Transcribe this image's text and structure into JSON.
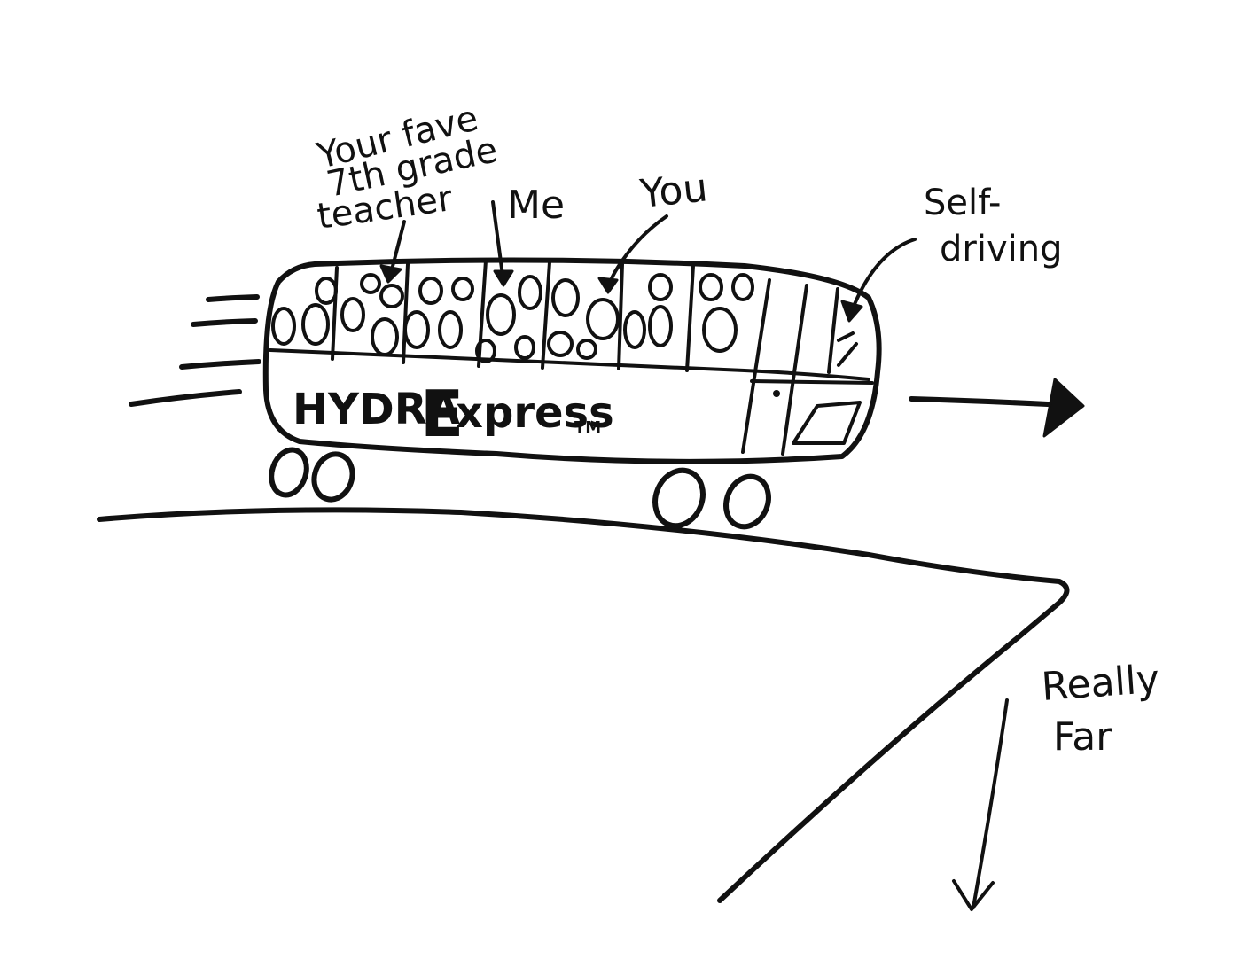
{
  "labels": {
    "teacher_line1": "Your fave",
    "teacher_line2": "7th grade",
    "teacher_line3": "teacher",
    "me": "Me",
    "you": "You",
    "self_driving_line1": "Self-",
    "self_driving_line2": "driving",
    "really_far_line1": "Really",
    "really_far_line2": "Far"
  },
  "bus": {
    "brand_left": "HYDRA",
    "brand_e": "E",
    "brand_right": "xpress",
    "trademark": "TM"
  },
  "colors": {
    "ink": "#111111",
    "paper": "#ffffff"
  }
}
